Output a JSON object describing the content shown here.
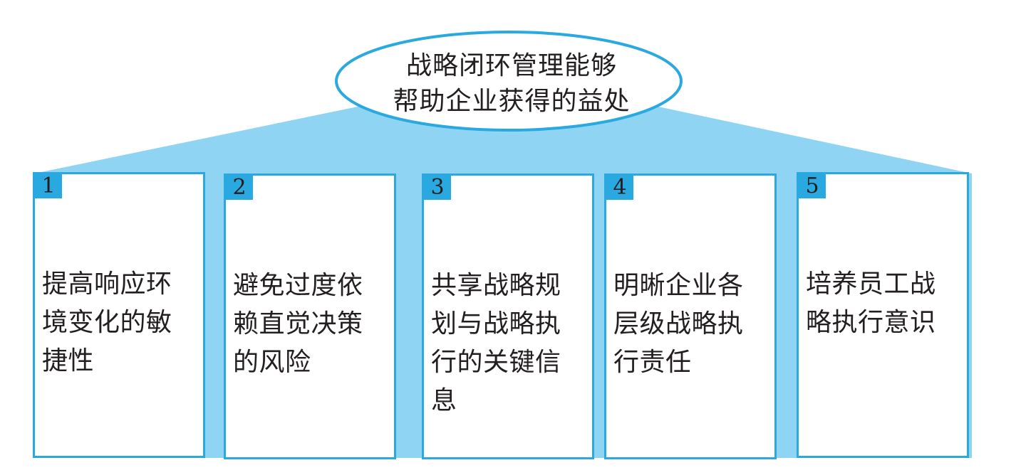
{
  "diagram": {
    "title_lines": [
      "战略闭环管理能够",
      "帮助企业获得的益处"
    ],
    "items": [
      {
        "number": "1",
        "text": "提高响应环境变化的敏捷性"
      },
      {
        "number": "2",
        "text": "避免过度依赖直觉决策的风险"
      },
      {
        "number": "3",
        "text": "共享战略规划与战略执行的关键信息"
      },
      {
        "number": "4",
        "text": "明晰企业各层级战略执行责任"
      },
      {
        "number": "5",
        "text": "培养员工战略执行意识"
      }
    ]
  },
  "colors": {
    "accent_blue": "#29a9df",
    "light_blue_fill": "#8fd4f3",
    "text": "#231f20"
  }
}
